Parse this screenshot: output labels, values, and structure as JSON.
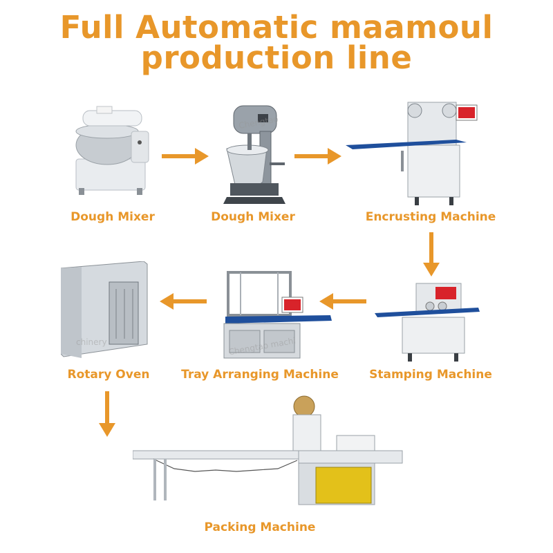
{
  "title": {
    "line1": "Full Automatic  maamoul",
    "line2": "production line"
  },
  "colors": {
    "accent": "#e8972a",
    "steel": "#c9ced3",
    "dark": "#6b7177",
    "conveyor": "#1f4f9c",
    "panel_red": "#d8232a",
    "wrapper_yellow": "#e3c11a"
  },
  "steps": [
    {
      "id": "dough-mixer-1",
      "label": "Dough Mixer",
      "icon": "spiral-dough-mixer"
    },
    {
      "id": "dough-mixer-2",
      "label": "Dough Mixer",
      "icon": "planetary-mixer"
    },
    {
      "id": "encrusting",
      "label": "Encrusting Machine",
      "icon": "encrusting-machine"
    },
    {
      "id": "stamping",
      "label": "Stamping Machine",
      "icon": "stamping-machine"
    },
    {
      "id": "tray-arranging",
      "label": "Tray Arranging Machine",
      "icon": "tray-arranging-machine"
    },
    {
      "id": "rotary-oven",
      "label": "Rotary Oven",
      "icon": "rotary-oven"
    },
    {
      "id": "packing",
      "label": "Packing Machine",
      "icon": "flow-packing-machine"
    }
  ],
  "watermarks": [
    "Chengtao",
    "chinery",
    "Chengtao machi"
  ]
}
